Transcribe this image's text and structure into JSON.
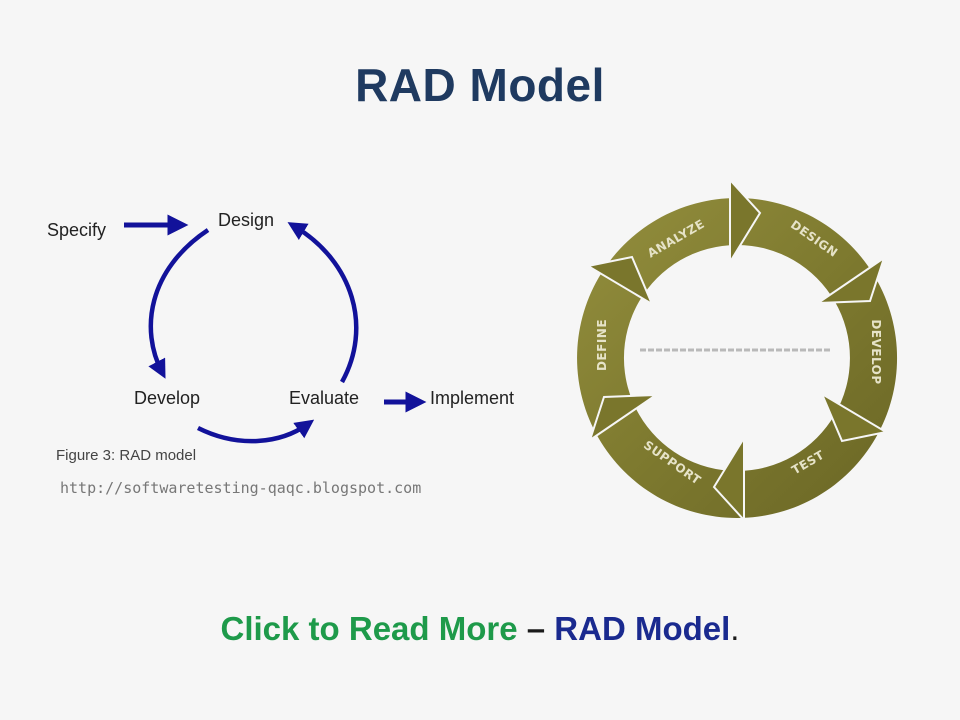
{
  "slide": {
    "title": "RAD Model"
  },
  "left_diagram": {
    "nodes": {
      "specify": "Specify",
      "design": "Design",
      "develop": "Develop",
      "evaluate": "Evaluate",
      "implement": "Implement"
    },
    "caption": "Figure 3: RAD model",
    "source_url": "http://softwaretesting-qaqc.blogspot.com",
    "arrow_color": "#12129a"
  },
  "right_diagram": {
    "segments": [
      "ANALYZE",
      "DESIGN",
      "DEVELOP",
      "TEST",
      "SUPPORT",
      "DEFINE"
    ],
    "ring_color": "#7e7a2f"
  },
  "footer": {
    "cta": "Click to Read More",
    "separator": "–",
    "link": "RAD Model",
    "end": "."
  }
}
